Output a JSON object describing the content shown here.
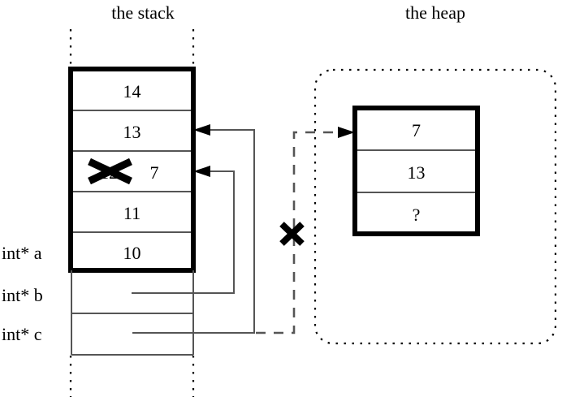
{
  "diagram": {
    "titles": {
      "stack": "the stack",
      "heap": "the heap"
    },
    "stack": {
      "cells": [
        {
          "value": "14",
          "struck": false
        },
        {
          "value": "13",
          "struck": false
        },
        {
          "value": "12",
          "struck": true,
          "new_value": "7"
        },
        {
          "value": "11",
          "struck": false
        },
        {
          "value": "10",
          "struck": false
        }
      ],
      "pointer_rows": [
        {
          "label": "int* a"
        },
        {
          "label": "int* b"
        },
        {
          "label": "int* c"
        }
      ]
    },
    "heap": {
      "cells": [
        {
          "value": "7"
        },
        {
          "value": "13"
        },
        {
          "value": "?"
        }
      ]
    },
    "markers": {
      "struck_cell_x": "x-cross-over-12",
      "dangling_pointer_x": "x-cross-over-dashed-arrow"
    },
    "colors": {
      "ink": "#000000",
      "thin_line": "#555555",
      "background": "#ffffff"
    }
  }
}
